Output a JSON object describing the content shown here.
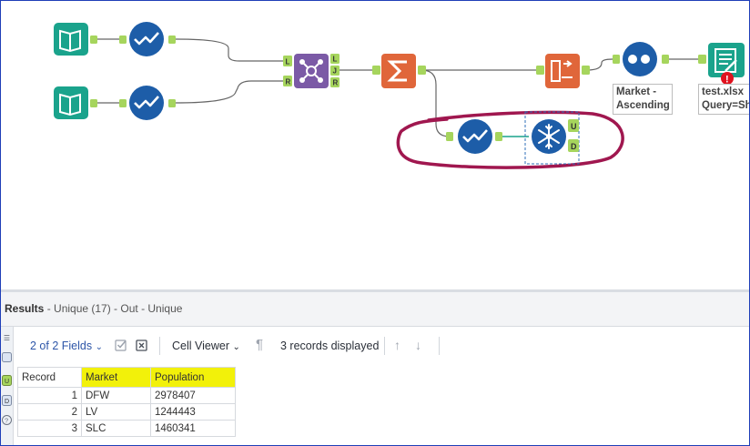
{
  "workflow": {
    "nodes": {
      "market_sort_label": "Market -\nAscending",
      "output_label": "test.xlsx\nQuery=She",
      "join_anchors": {
        "left": "L",
        "right": "R",
        "out_left": "L",
        "out_join": "J",
        "out_right": "R"
      },
      "unique_anchors": {
        "unique": "U",
        "duplicate": "D"
      }
    },
    "error_badge": "!"
  },
  "results": {
    "title_prefix": "Results",
    "title_rest": " - Unique (17) - Out - Unique",
    "side_tabs": [
      "U",
      "D",
      "?"
    ],
    "toolbar": {
      "fields": "2 of 2 Fields",
      "viewer": "Cell Viewer",
      "records": "3 records displayed"
    },
    "columns": [
      "Record",
      "Market",
      "Population"
    ],
    "rows": [
      [
        "1",
        "DFW",
        "2978407"
      ],
      [
        "2",
        "LV",
        "1244443"
      ],
      [
        "3",
        "SLC",
        "1460341"
      ]
    ]
  },
  "colors": {
    "input_tool": "#1aa38c",
    "select_tool": "#1d5da8",
    "join_tool": "#7b5aa6",
    "summarize_tool": "#e0663a",
    "anchor": "#a6d55d",
    "highlight_circle": "#a0174f",
    "header_highlight": "#f2f10a"
  }
}
